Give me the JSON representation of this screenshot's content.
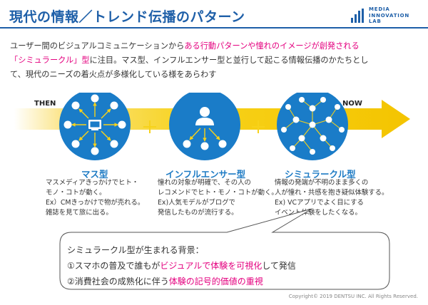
{
  "header": {
    "title": "現代の情報／トレンド伝播のパターン",
    "logo_lines": [
      "MEDIA",
      "INNOVATION",
      "LAB"
    ]
  },
  "intro": {
    "line1_plain": "ユーザー間のビジュアルコミュニケーションから",
    "line1_highlight": "ある行動パターンや憧れのイメージが創発される",
    "line2_highlight": "「シミュラークル」型",
    "line2_plain": "に注目。マス型、インフルエンサー型と並行して起こる情報伝播のかたちとし",
    "line3": "て、現代のニーズの着火点が多様化している様をあらわす"
  },
  "diagram": {
    "then_label": "THEN",
    "now_label": "NOW",
    "plus_symbol": "+",
    "colors": {
      "circle": "#1a7cc8",
      "arrow": "#f7d21a",
      "accent": "#e4007f"
    }
  },
  "columns": [
    {
      "title": "マス型",
      "lines": [
        "マスメディアきっかけでヒト・",
        "モノ・コトが動く。",
        "Ex）CMきっかけで物が売れる。",
        "雑誌を見て旅に出る。"
      ]
    },
    {
      "title": "インフルエンサー型",
      "lines": [
        "憧れの対象が明確で、その人の",
        "レコメンドでヒト・モノ・コトが動く。",
        "Ex)人気モデルがブログで",
        "発信したものが流行する。"
      ]
    },
    {
      "title": "シミュラークル型",
      "lines": [
        "情報の発端が不明のまま多くの",
        "人が憧れ・共感を抱き疑似体験する。",
        "Ex) VCアプリでよく目にする",
        "イベント体験をしたくなる。"
      ]
    }
  ],
  "callout": {
    "heading": "シミュラークル型が生まれる背景：",
    "reason1_a": "①スマホの普及で誰もが",
    "reason1_b": "ビジュアルで体験を可視化",
    "reason1_c": "して発信",
    "reason2_a": "②消費社会の成熟化に伴う",
    "reason2_b": "体験の記号的価値の重視"
  },
  "footer": {
    "copyright": "Copyright© 2019 DENTSU INC. All Rights Reserved."
  }
}
